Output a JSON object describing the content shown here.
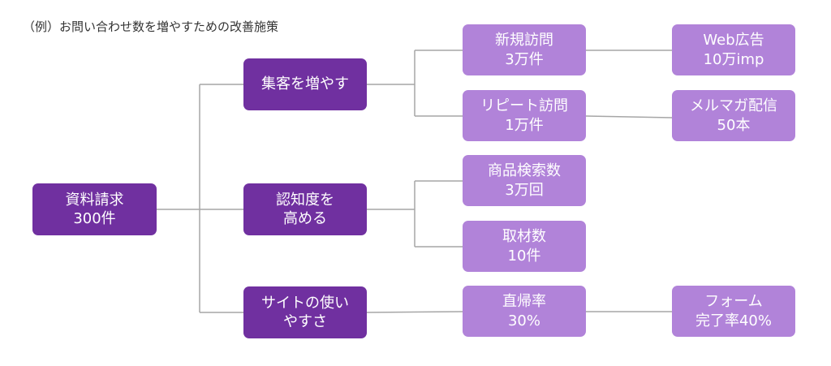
{
  "caption": "（例）お問い合わせ数を増やすための改善施策",
  "colors": {
    "primary": "#7030a0",
    "secondary": "#b183d9",
    "connector": "#a6a6a6"
  },
  "root": {
    "line1": "資料請求",
    "line2": "300件"
  },
  "level1": {
    "traffic": {
      "line1": "集客を増やす"
    },
    "awareness": {
      "line1": "認知度を",
      "line2": "高める"
    },
    "usability": {
      "line1": "サイトの使い",
      "line2": "やすさ"
    }
  },
  "level2": {
    "new_visits": {
      "line1": "新規訪問",
      "line2": "3万件"
    },
    "repeat_visits": {
      "line1": "リピート訪問",
      "line2": "1万件"
    },
    "product_search": {
      "line1": "商品検索数",
      "line2": "3万回"
    },
    "interviews": {
      "line1": "取材数",
      "line2": "10件"
    },
    "bounce_rate": {
      "line1": "直帰率",
      "line2": "30%"
    }
  },
  "level3": {
    "web_ads": {
      "line1": "Web広告",
      "line2": "10万imp"
    },
    "mail_magazine": {
      "line1": "メルマガ配信",
      "line2": "50本"
    },
    "form_completion": {
      "line1": "フォーム",
      "line2": "完了率40%"
    }
  }
}
